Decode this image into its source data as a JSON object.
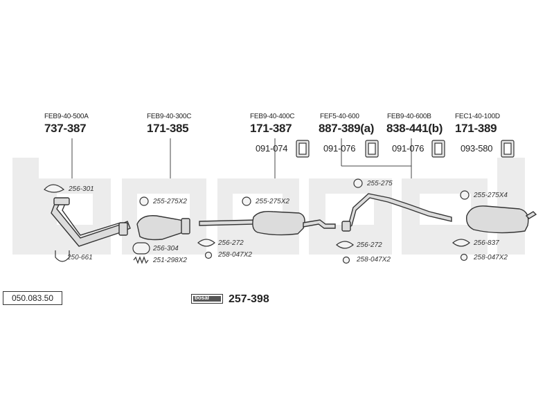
{
  "reference": "050.083.50",
  "brand_badge": "bosal",
  "main_part_number": "257-398",
  "assemblies": [
    {
      "code": "FEB9-40-500A",
      "part": "737-387"
    },
    {
      "code": "FEB9-40-300C",
      "part": "171-385"
    },
    {
      "code": "FEB9-40-400C",
      "part": "171-387"
    },
    {
      "code": "FEF5-40-600",
      "part": "887-389(a)"
    },
    {
      "code": "FEB9-40-600B",
      "part": "838-441(b)"
    },
    {
      "code": "FEC1-40-100D",
      "part": "171-389"
    }
  ],
  "accessory_parts": [
    "091-074",
    "091-076",
    "091-076",
    "093-580"
  ],
  "component_labels": [
    "256-301",
    "250-661",
    "255-275X2",
    "256-304",
    "251-298X2",
    "255-275X2",
    "256-272",
    "258-047X2",
    "255-275",
    "256-272",
    "258-047X2",
    "255-275X4",
    "256-837",
    "258-047X2"
  ],
  "colors": {
    "watermark": "#ececec",
    "line": "#444444",
    "part_fill": "#dcdcdc"
  }
}
